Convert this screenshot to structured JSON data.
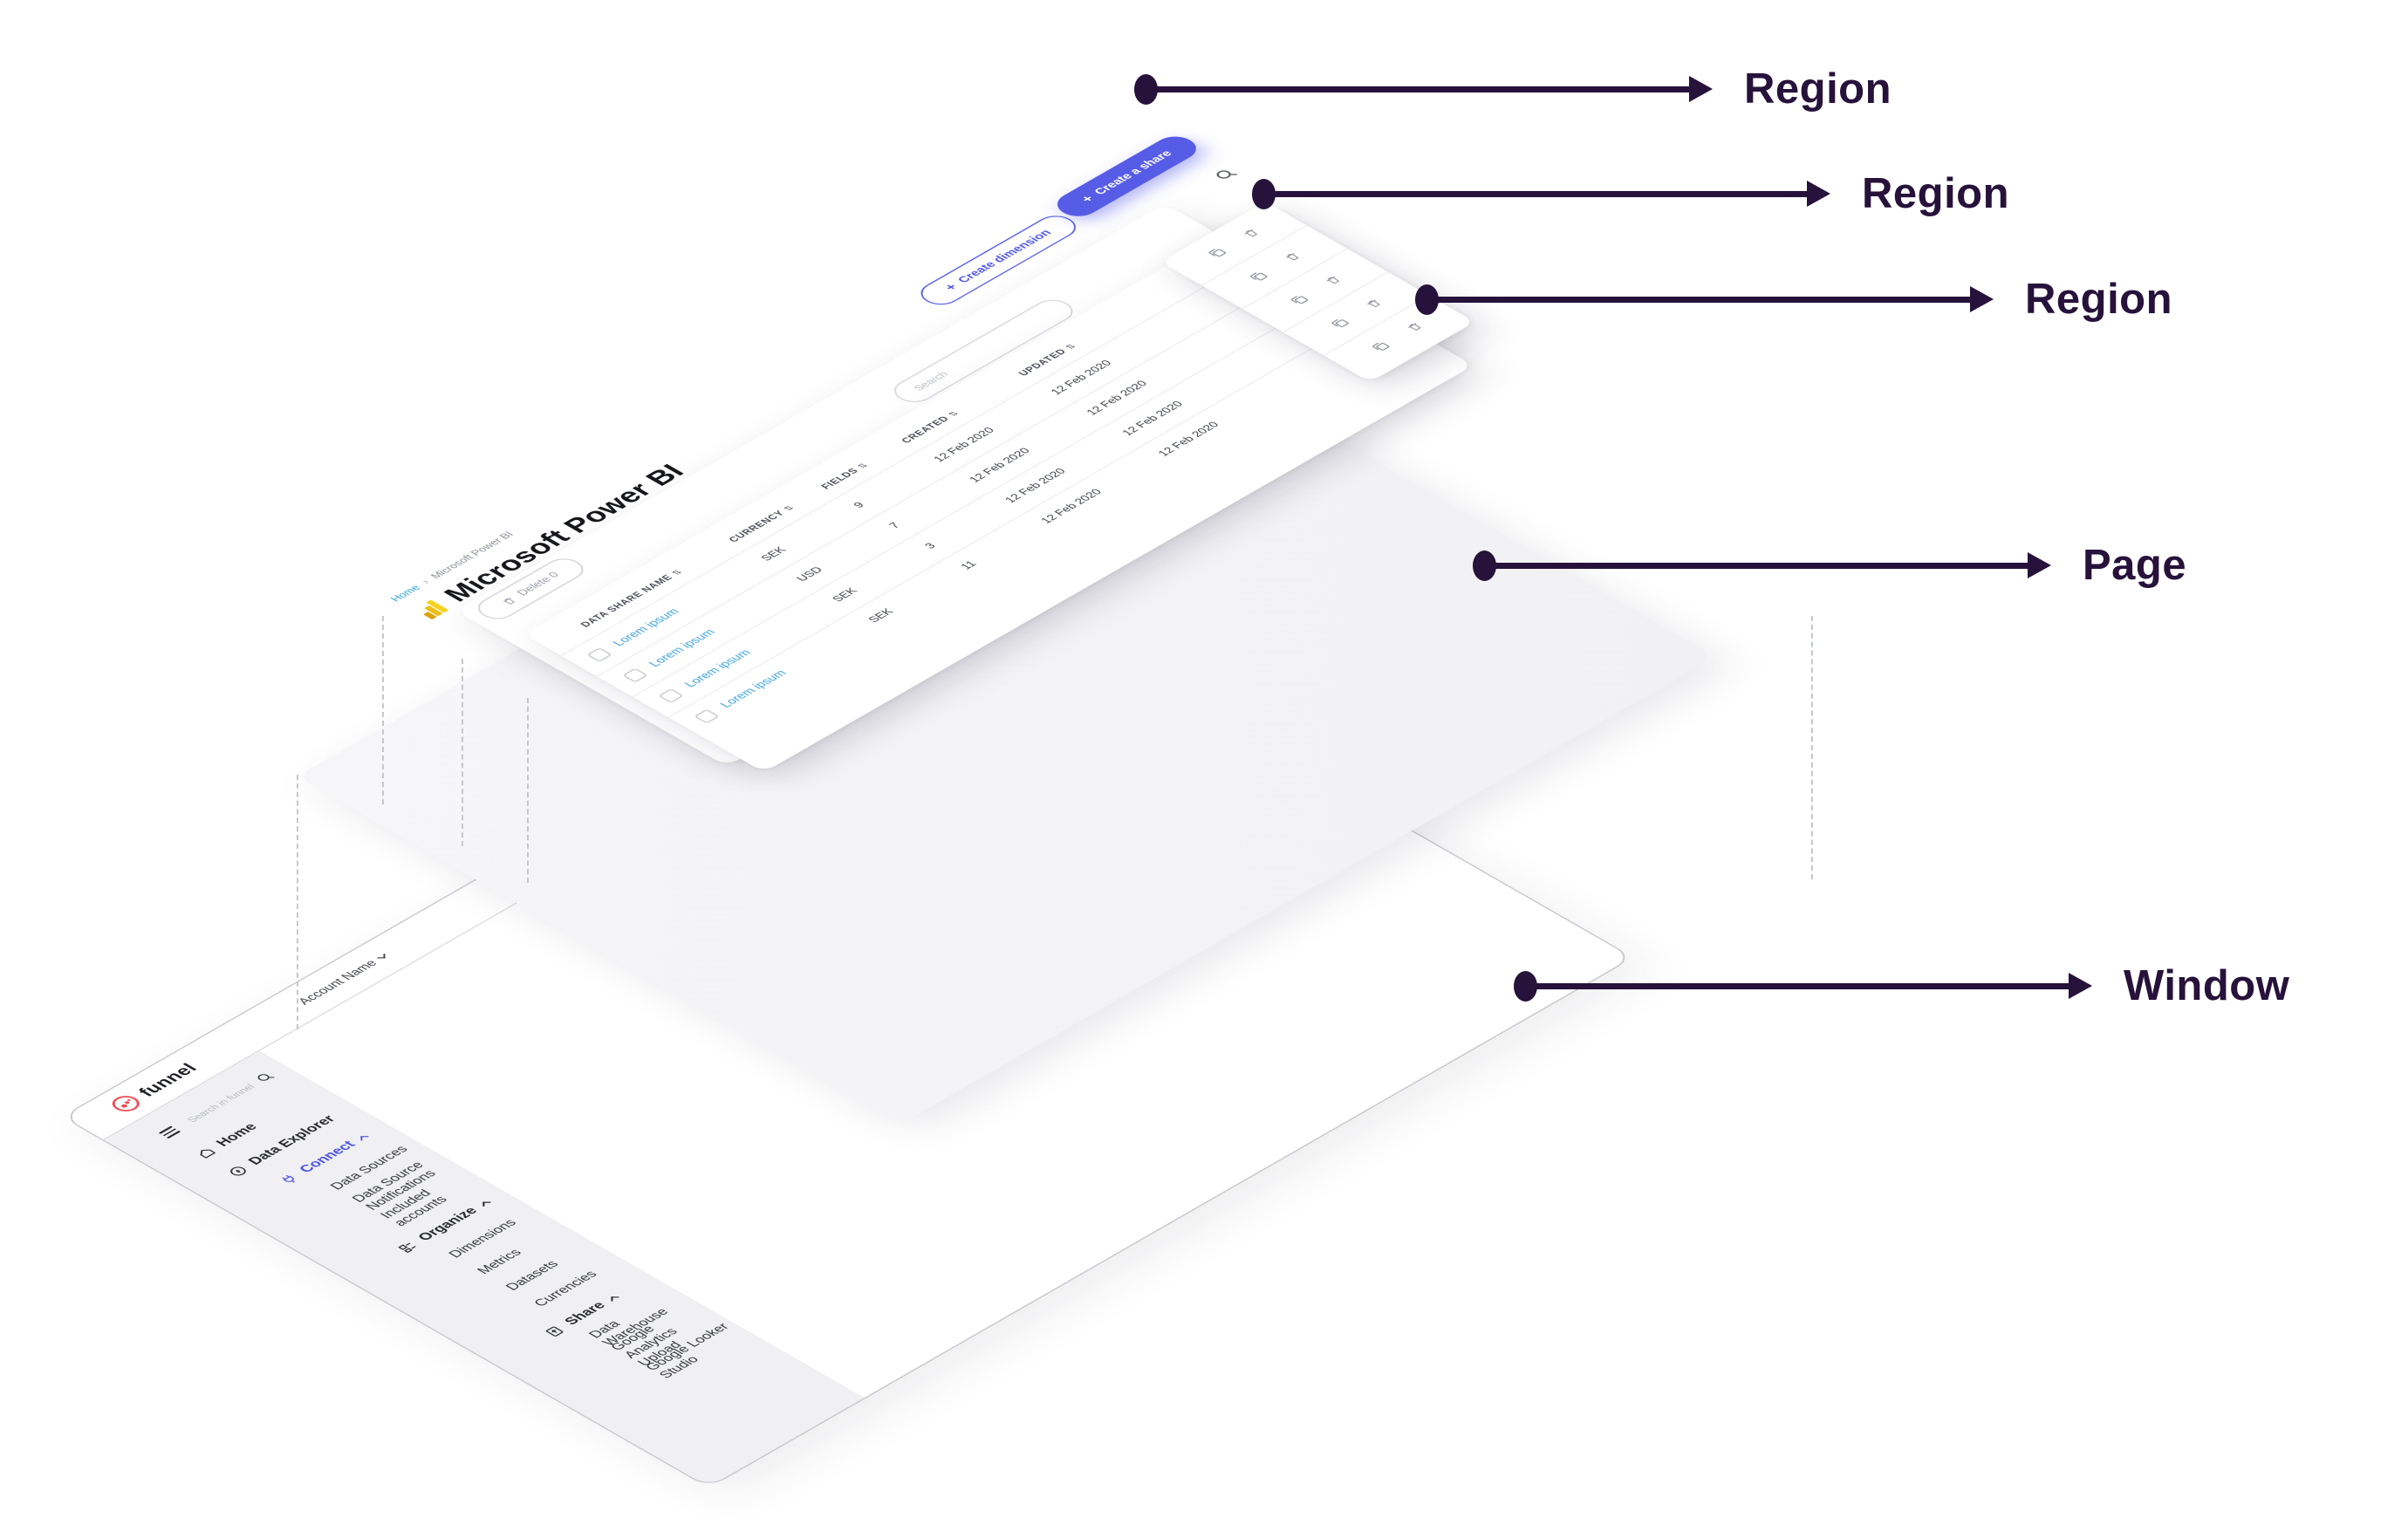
{
  "diagram": {
    "labels": [
      {
        "text": "Region"
      },
      {
        "text": "Region"
      },
      {
        "text": "Region"
      },
      {
        "text": "Page"
      },
      {
        "text": "Window"
      }
    ]
  },
  "page_region": {
    "breadcrumb": {
      "home": "Home",
      "separator": "›",
      "current": "Microsoft Power BI"
    },
    "title": "Microsoft Power BI",
    "toolbar": {
      "delete_label": "Delete 0",
      "search_placeholder": "Search",
      "plus": "+",
      "create_dimension": "Create dimension",
      "create_share": "Create a share"
    },
    "table": {
      "sort_glyph": "⇅",
      "columns": [
        "DATA SHARE NAME",
        "CURRENCY",
        "FIELDS",
        "CREATED",
        "UPDATED"
      ],
      "rows": [
        {
          "name": "Lorem ipsum",
          "currency": "SEK",
          "fields": "9",
          "created": "12 Feb 2020",
          "updated": "12 Feb 2020"
        },
        {
          "name": "Lorem ipsum",
          "currency": "USD",
          "fields": "7",
          "created": "12 Feb 2020",
          "updated": "12 Feb 2020"
        },
        {
          "name": "Lorem ipsum",
          "currency": "SEK",
          "fields": "3",
          "created": "12 Feb 2020",
          "updated": "12 Feb 2020"
        },
        {
          "name": "Lorem ipsum",
          "currency": "SEK",
          "fields": "11",
          "created": "12 Feb 2020",
          "updated": "12 Feb 2020"
        }
      ]
    }
  },
  "window": {
    "brand": "funnel",
    "account_label": "Account Name",
    "sidebar_search_placeholder": "Search in funnel",
    "sidebar_items": [
      {
        "label": "Home",
        "icon": "home-icon",
        "level": "top"
      },
      {
        "label": "Data Explorer",
        "icon": "compass-icon",
        "level": "top"
      },
      {
        "label": "Connect",
        "icon": "plug-icon",
        "level": "group",
        "accent": true
      },
      {
        "label": "Data Sources",
        "level": "sub"
      },
      {
        "label": "Data Source Notifications",
        "level": "sub"
      },
      {
        "label": "Included accounts",
        "level": "sub"
      },
      {
        "label": "Organize",
        "icon": "organize-icon",
        "level": "group"
      },
      {
        "label": "Dimensions",
        "level": "sub"
      },
      {
        "label": "Metrics",
        "level": "sub"
      },
      {
        "label": "Datasets",
        "level": "sub"
      },
      {
        "label": "Currencies",
        "level": "sub"
      },
      {
        "label": "Share",
        "icon": "share-doc-icon",
        "level": "group"
      },
      {
        "label": "Data Warehouse",
        "level": "sub"
      },
      {
        "label": "Google Analytics Upload",
        "level": "sub"
      },
      {
        "label": "Google Looker Studio",
        "level": "sub"
      }
    ]
  },
  "colors": {
    "accent_indigo": "#565CE6",
    "link_blue": "#3DA3E0",
    "annotation_purple": "#27123B",
    "brand_red": "#EE4B54",
    "powerbi_gold": "#F2C811"
  }
}
